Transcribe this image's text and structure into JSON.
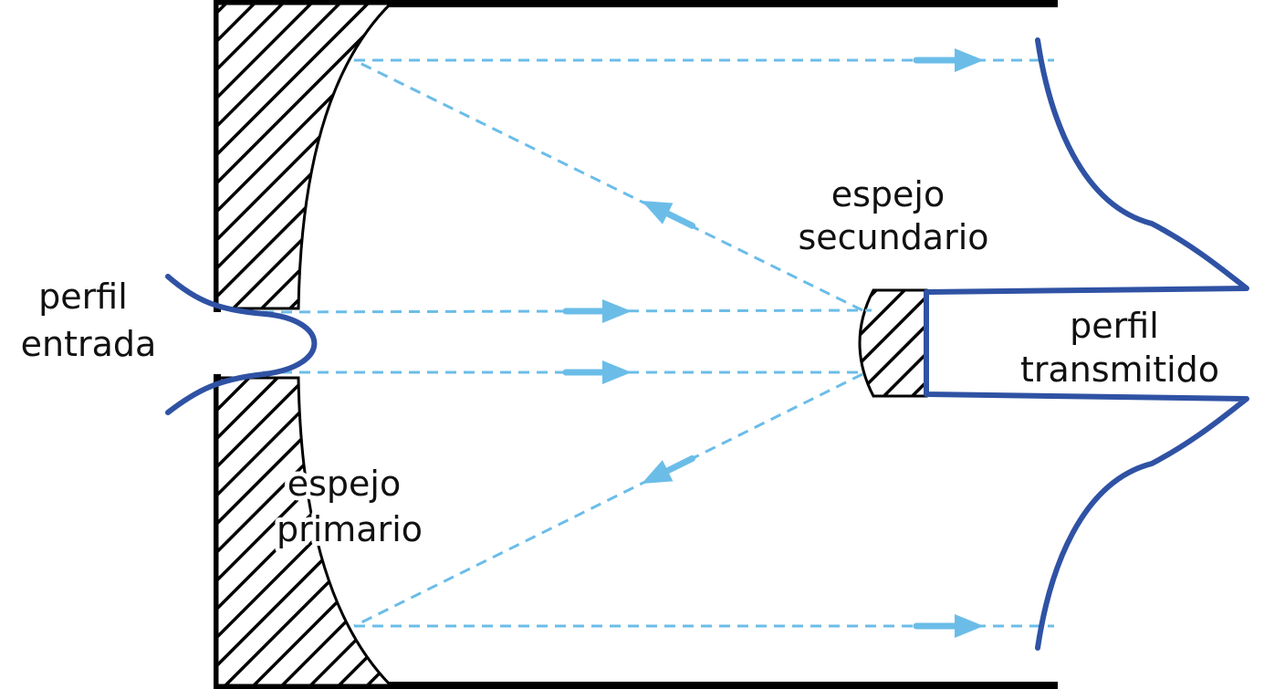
{
  "labels": {
    "input_profile": [
      "perfil",
      "entrada"
    ],
    "secondary_mirror": [
      "espejo",
      "secundario"
    ],
    "transmitted_profile": [
      "perfil",
      "transmitido"
    ],
    "primary_mirror": [
      "espejo",
      "primario"
    ]
  },
  "colors": {
    "ray": "#6bbde8",
    "profile": "#2f52a4",
    "structure": "#000000"
  }
}
